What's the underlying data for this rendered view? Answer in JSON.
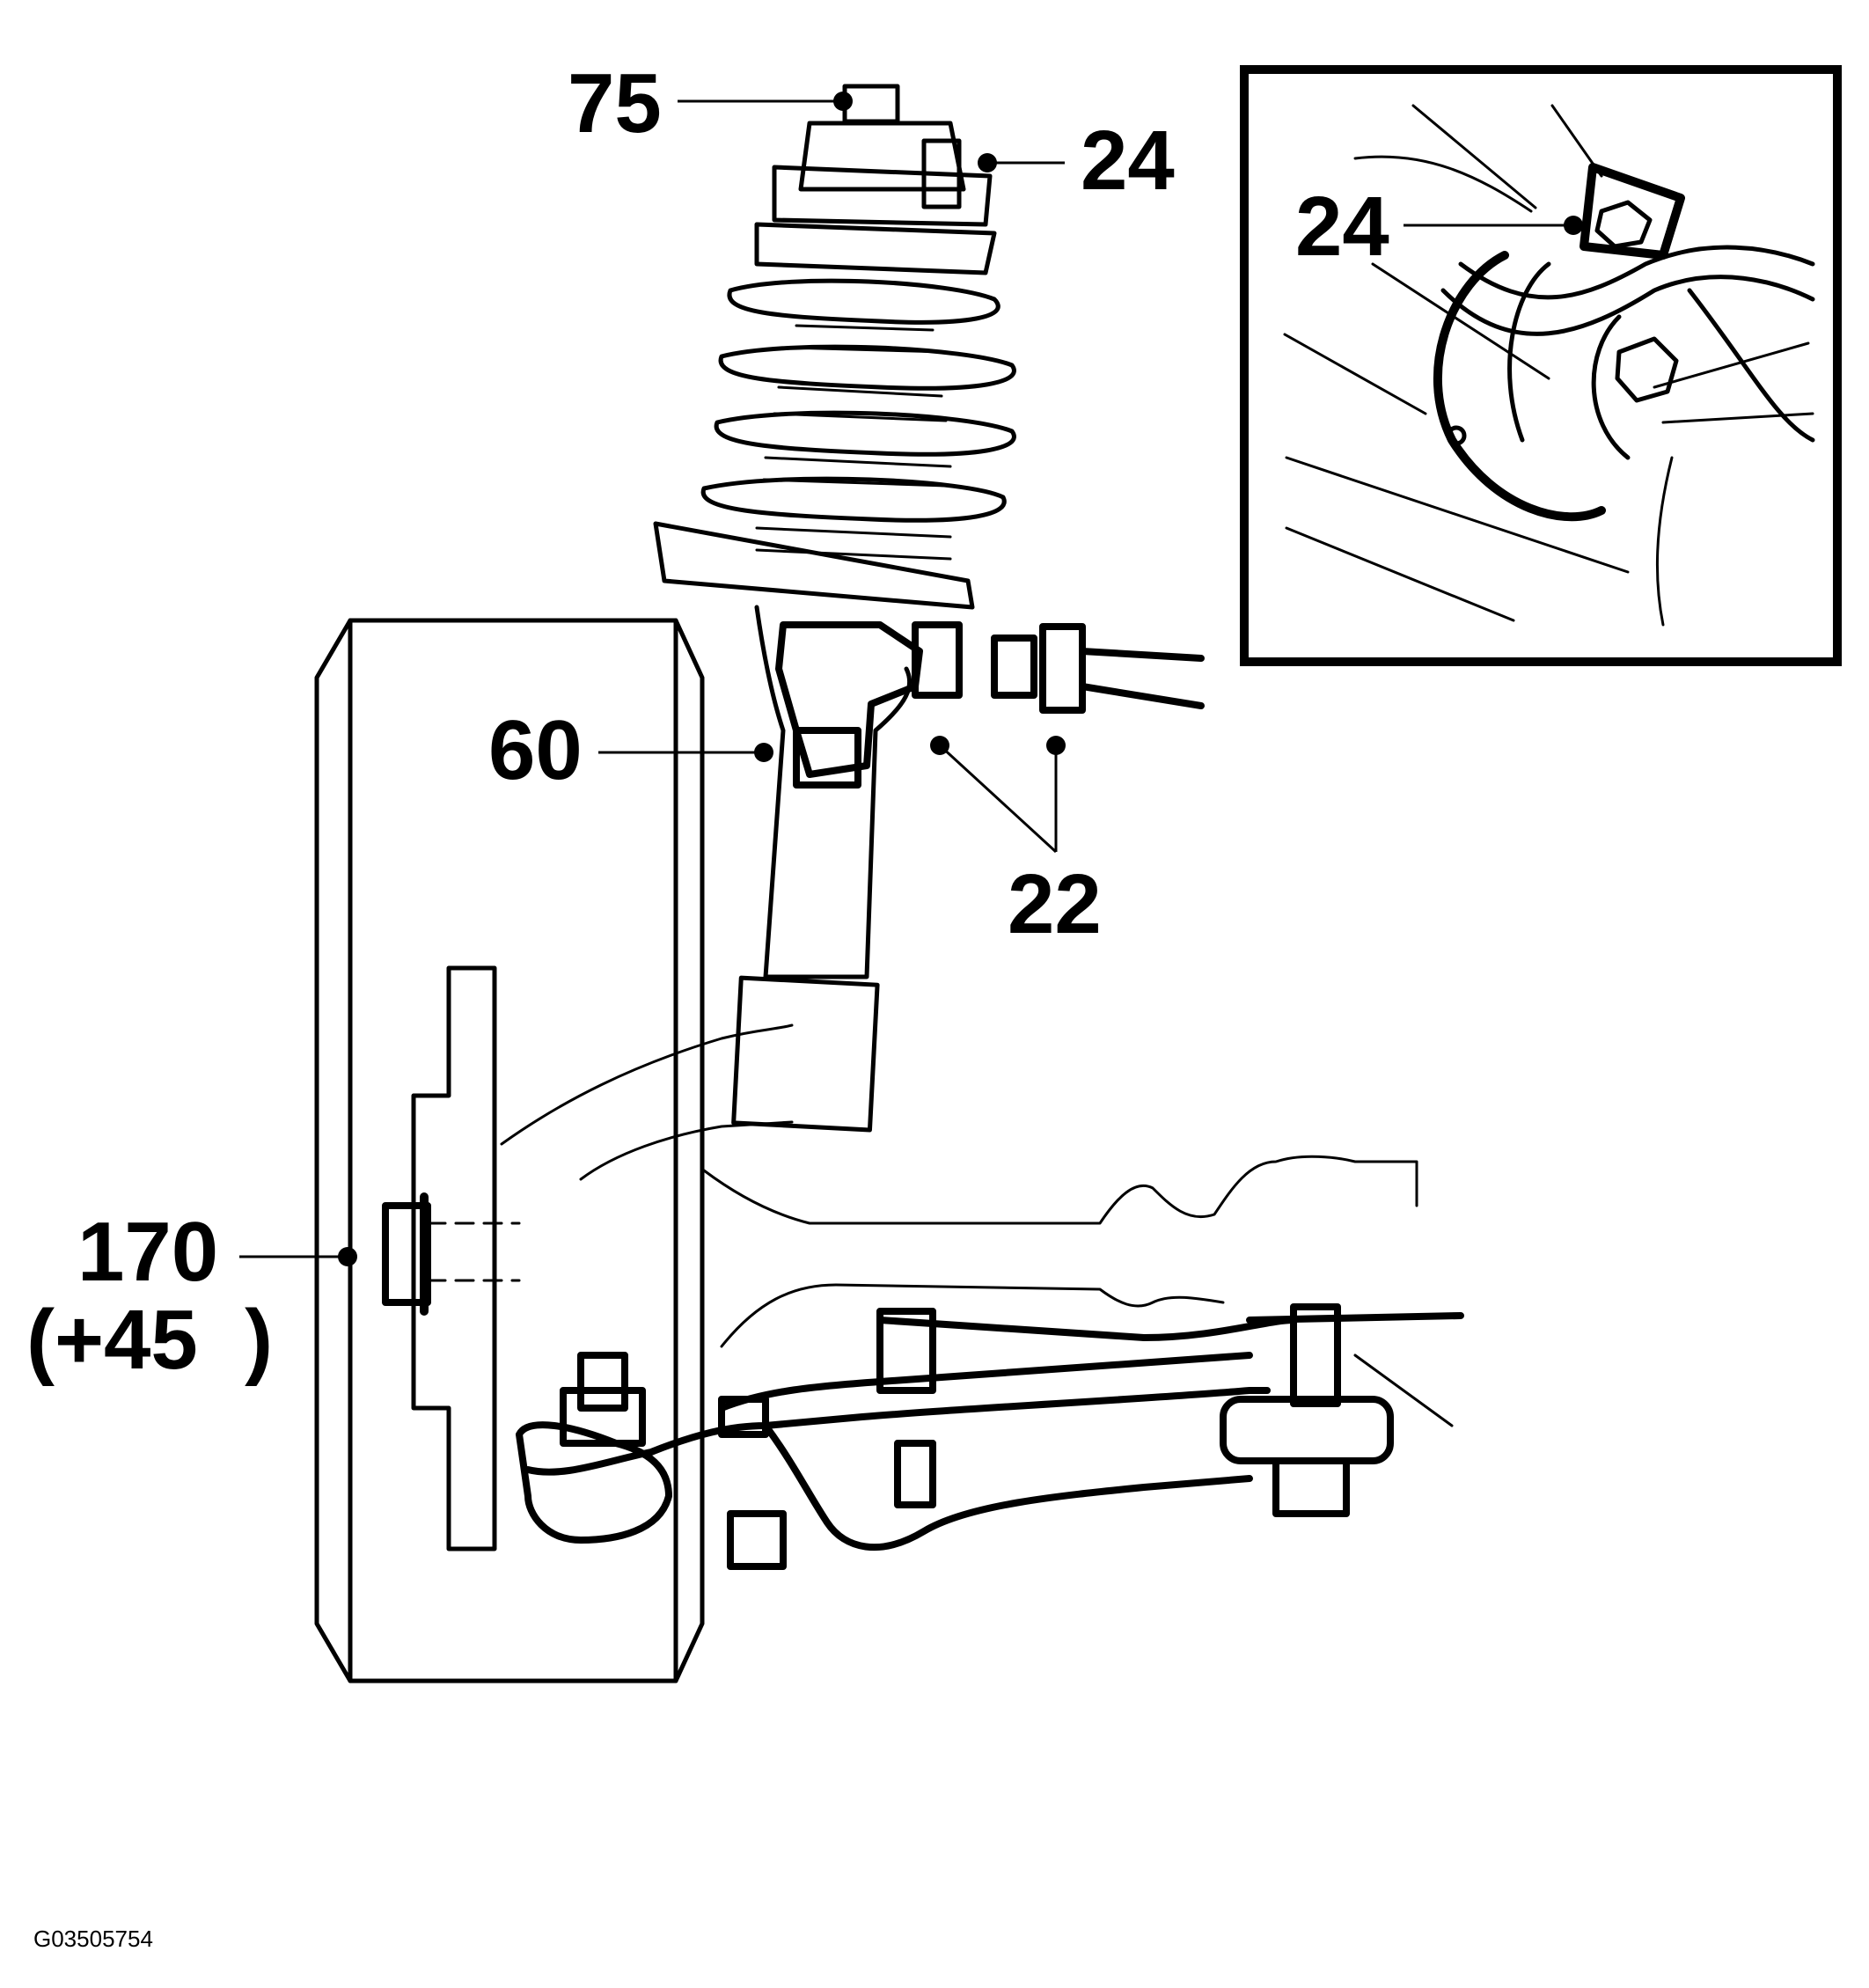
{
  "callouts": {
    "strut_top_nut": "75",
    "strut_mount_bolt": "24",
    "stabilizer_bracket_bolt": "24",
    "tie_rod_end_nut": "60",
    "tie_rod_lock_nuts": "22",
    "hub_nut": "170",
    "hub_nut_angle": "(+45  )"
  },
  "figure_code": "G03505754",
  "colors": {
    "ink": "#000000",
    "paper": "#ffffff"
  }
}
